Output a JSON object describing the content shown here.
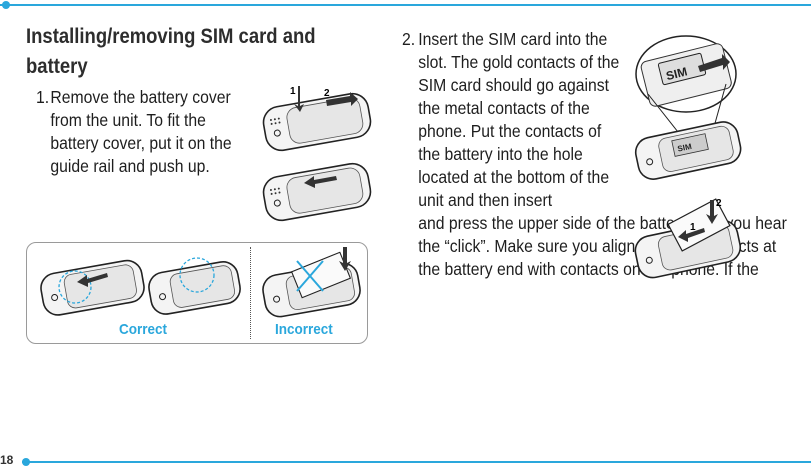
{
  "page": {
    "number": "18",
    "accent_color": "#2aa7dc"
  },
  "heading": "Installing/removing SIM card and battery",
  "step1": {
    "number": "1.",
    "text": "Remove the battery cover from the unit. To ﬁt the battery cover, put it on the guide rail and push up."
  },
  "step2": {
    "number": "2.",
    "text_narrow": "Insert the SIM card into the slot. The gold contacts of the SIM card should go against the metal contacts of the phone. Put the contacts of the battery into the hole located at the bottom of the unit and then insert",
    "text_wide": "and press the upper side of the battery until you hear the “click”. Make sure you align the gold contacts at the battery end with contacts on the phone. If the"
  },
  "figure_cover": {
    "arrow_label_1": "1",
    "arrow_label_2": "2"
  },
  "figure_sim": {
    "sim_label": "SIM"
  },
  "figure_battery": {
    "arrow_label_1": "1",
    "arrow_label_2": "2"
  },
  "panel": {
    "correct_label": "Correct",
    "incorrect_label": "Incorrect"
  }
}
